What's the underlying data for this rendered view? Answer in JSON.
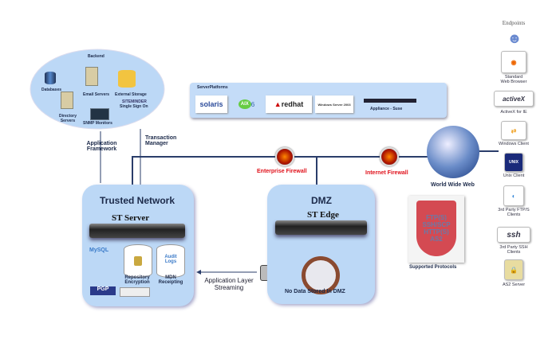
{
  "backend": {
    "title": "Backend",
    "items": [
      "Databases",
      "Email Servers",
      "External Storage",
      "Directory Servers",
      "SNMP Monitors",
      "Single Sign On"
    ],
    "siteminder": "SITEMINDER"
  },
  "links": {
    "app_framework": "Application Framework",
    "transaction_manager": "Transaction Manager",
    "app_layer_streaming": "Application Layer Streaming"
  },
  "platforms": {
    "title": "ServerPlatforms",
    "items": [
      "solaris",
      "AIX",
      "6",
      "redhat",
      "Windows Server 2003"
    ],
    "appliance": "Appliance - Suse"
  },
  "firewalls": {
    "enterprise": "Enterprise  Firewall",
    "internet": "Internet Firewall"
  },
  "trusted": {
    "title": "Trusted Network",
    "server": "ST Server",
    "mysql": "MySQL",
    "repo": "Repository Encryption",
    "audit": "Audit Logs",
    "mdn": "MDN Receipting",
    "pgp": "PGP"
  },
  "dmz": {
    "title": "DMZ",
    "server": "ST Edge",
    "note": "No Data Stored In DMZ"
  },
  "www": "World Wide Web",
  "protocols": {
    "items": [
      "FTP(S)",
      "SSH/SCP",
      "HTTP(S)",
      "AS2"
    ],
    "label": "Supported Protocols"
  },
  "endpoints": {
    "title": "Endpoints",
    "items": [
      "Standard Web Browser",
      "ActiveX for IE",
      "Windows Client",
      "Unix Client",
      "3rd Party FTP/S Clients",
      "3rd Party SSH Clients",
      "AS2 Server"
    ],
    "activex": "activeX",
    "unix": "UNIX",
    "ssh": "ssh"
  }
}
